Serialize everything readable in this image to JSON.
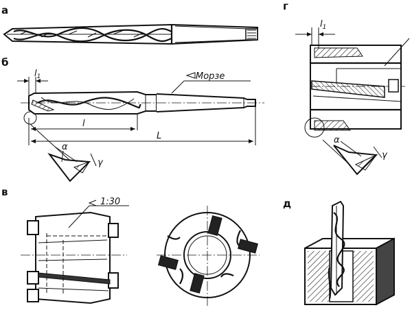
{
  "panels": {
    "a": "а",
    "b": "б",
    "v": "в",
    "g": "г",
    "d": "д"
  },
  "annotations": {
    "morse_taper": "Морзе",
    "taper_ratio": "1:30",
    "length_total": "L",
    "length_working": "l",
    "length_lip_b": "l",
    "length_lip_b_sub": "1",
    "length_lip_g": "l",
    "length_lip_g_sub": "1",
    "alpha_b": "α",
    "gamma_b": "γ",
    "alpha_g": "α",
    "gamma_g": "γ"
  }
}
